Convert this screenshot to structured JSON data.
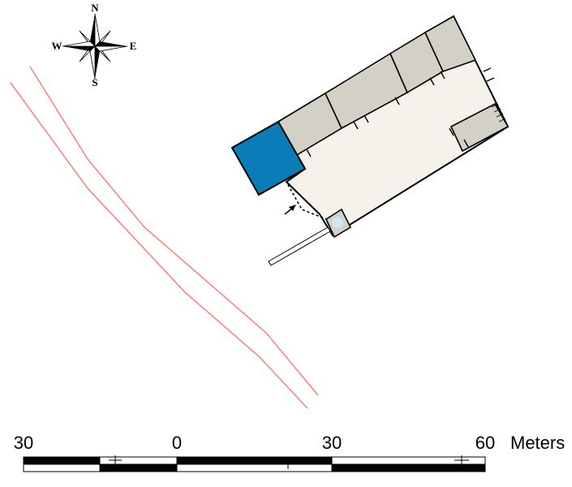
{
  "compass": {
    "north": "N",
    "south": "S",
    "east": "E",
    "west": "W",
    "icon": "compass-rose-icon"
  },
  "scale_bar": {
    "labels": [
      "30",
      "0",
      "30",
      "60"
    ],
    "unit": "Meters"
  },
  "colors": {
    "highlight_room": "#0a7db8",
    "room_fill": "#d3d0c6",
    "courtyard_fill": "#f4f2eb",
    "road_line": "#f08a7e",
    "outline": "#000000",
    "well": "#cfe6f4"
  }
}
